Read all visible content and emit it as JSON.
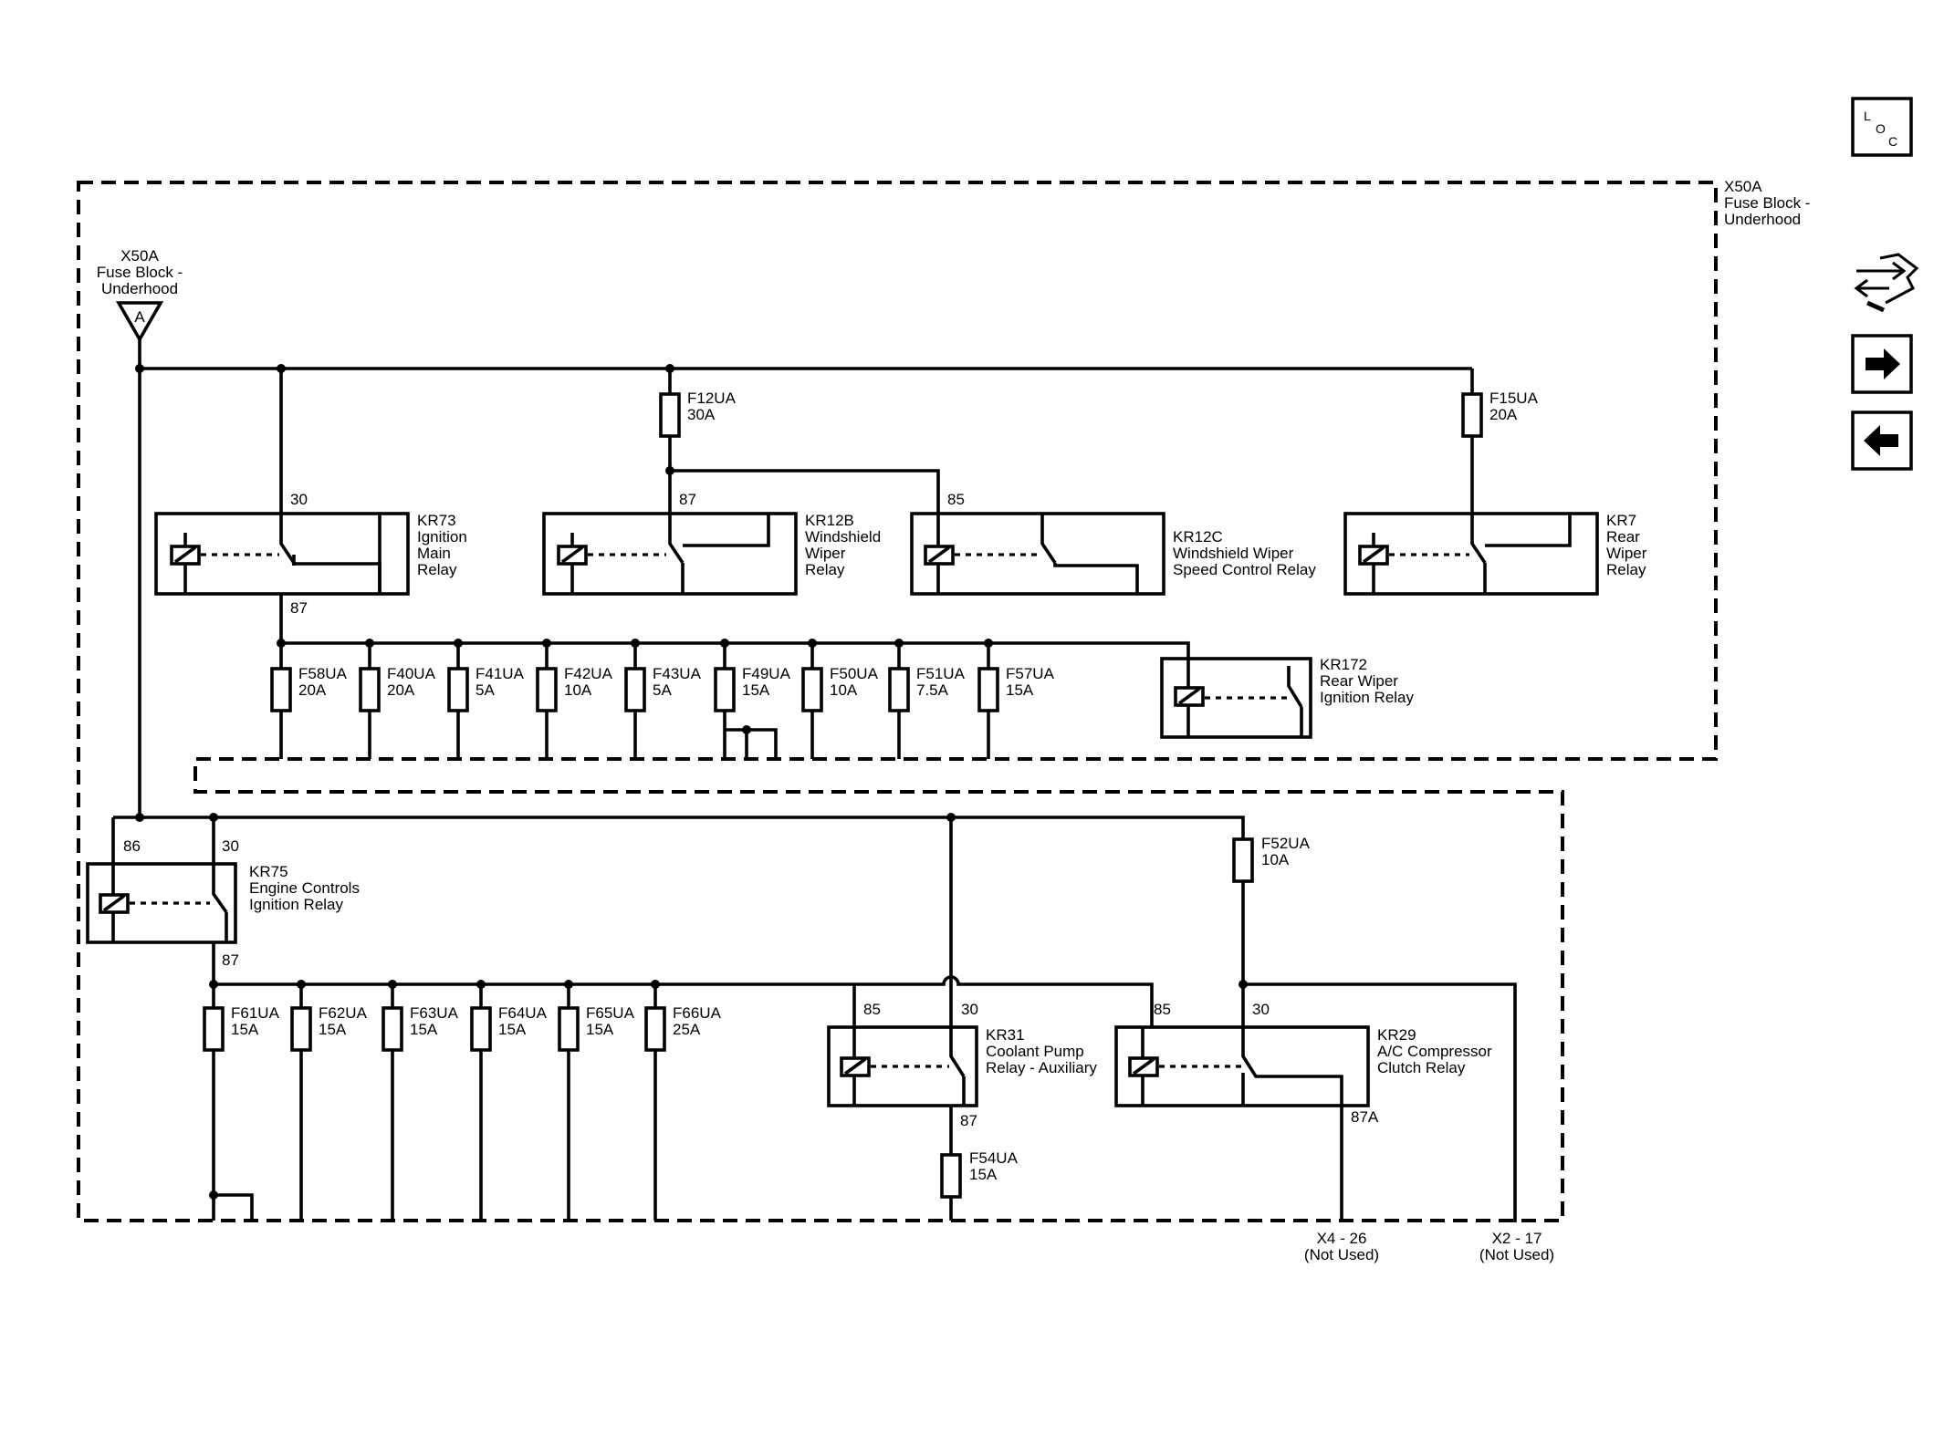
{
  "nav": {
    "loc_l": "L",
    "loc_o": "O",
    "loc_c": "C"
  },
  "fuse_block": {
    "id": "X50A",
    "name_1": "Fuse Block -",
    "name_2": "Underhood"
  },
  "source": {
    "id": "X50A",
    "name_1": "Fuse Block -",
    "name_2": "Underhood",
    "pin": "A"
  },
  "relays": {
    "kr73": {
      "id": "KR73",
      "l1": "Ignition",
      "l2": "Main",
      "l3": "Relay",
      "pin_in": "30",
      "pin_out": "87"
    },
    "kr12b": {
      "id": "KR12B",
      "l1": "Windshield",
      "l2": "Wiper",
      "l3": "Relay",
      "pin_in": "87"
    },
    "kr12c": {
      "id": "KR12C",
      "l1": "Windshield Wiper",
      "l2": "Speed Control Relay",
      "pin_in": "85"
    },
    "kr7": {
      "id": "KR7",
      "l1": "Rear",
      "l2": "Wiper",
      "l3": "Relay"
    },
    "kr172": {
      "id": "KR172",
      "l1": "Rear Wiper",
      "l2": "Ignition Relay"
    },
    "kr75": {
      "id": "KR75",
      "l1": "Engine Controls",
      "l2": "Ignition Relay",
      "pin_a": "86",
      "pin_b": "30",
      "pin_out": "87"
    },
    "kr31": {
      "id": "KR31",
      "l1": "Coolant Pump",
      "l2": "Relay - Auxiliary",
      "pin_a": "85",
      "pin_b": "30",
      "pin_out": "87"
    },
    "kr29": {
      "id": "KR29",
      "l1": "A/C Compressor",
      "l2": "Clutch Relay",
      "pin_a": "85",
      "pin_b": "30",
      "pin_out": "87A"
    }
  },
  "fuses": {
    "f12": {
      "name": "F12UA",
      "rating": "30A"
    },
    "f15": {
      "name": "F15UA",
      "rating": "20A"
    },
    "f52": {
      "name": "F52UA",
      "rating": "10A"
    },
    "f54": {
      "name": "F54UA",
      "rating": "15A"
    },
    "row1": [
      {
        "name": "F58UA",
        "rating": "20A"
      },
      {
        "name": "F40UA",
        "rating": "20A"
      },
      {
        "name": "F41UA",
        "rating": "5A"
      },
      {
        "name": "F42UA",
        "rating": "10A"
      },
      {
        "name": "F43UA",
        "rating": "5A"
      },
      {
        "name": "F49UA",
        "rating": "15A"
      },
      {
        "name": "F50UA",
        "rating": "10A"
      },
      {
        "name": "F51UA",
        "rating": "7.5A"
      },
      {
        "name": "F57UA",
        "rating": "15A"
      }
    ],
    "row2": [
      {
        "name": "F61UA",
        "rating": "15A"
      },
      {
        "name": "F62UA",
        "rating": "15A"
      },
      {
        "name": "F63UA",
        "rating": "15A"
      },
      {
        "name": "F64UA",
        "rating": "15A"
      },
      {
        "name": "F65UA",
        "rating": "15A"
      },
      {
        "name": "F66UA",
        "rating": "25A"
      }
    ]
  },
  "connectors": {
    "x4": {
      "id": "X4 - 26",
      "note": "(Not Used)"
    },
    "x2": {
      "id": "X2 - 17",
      "note": "(Not Used)"
    }
  }
}
